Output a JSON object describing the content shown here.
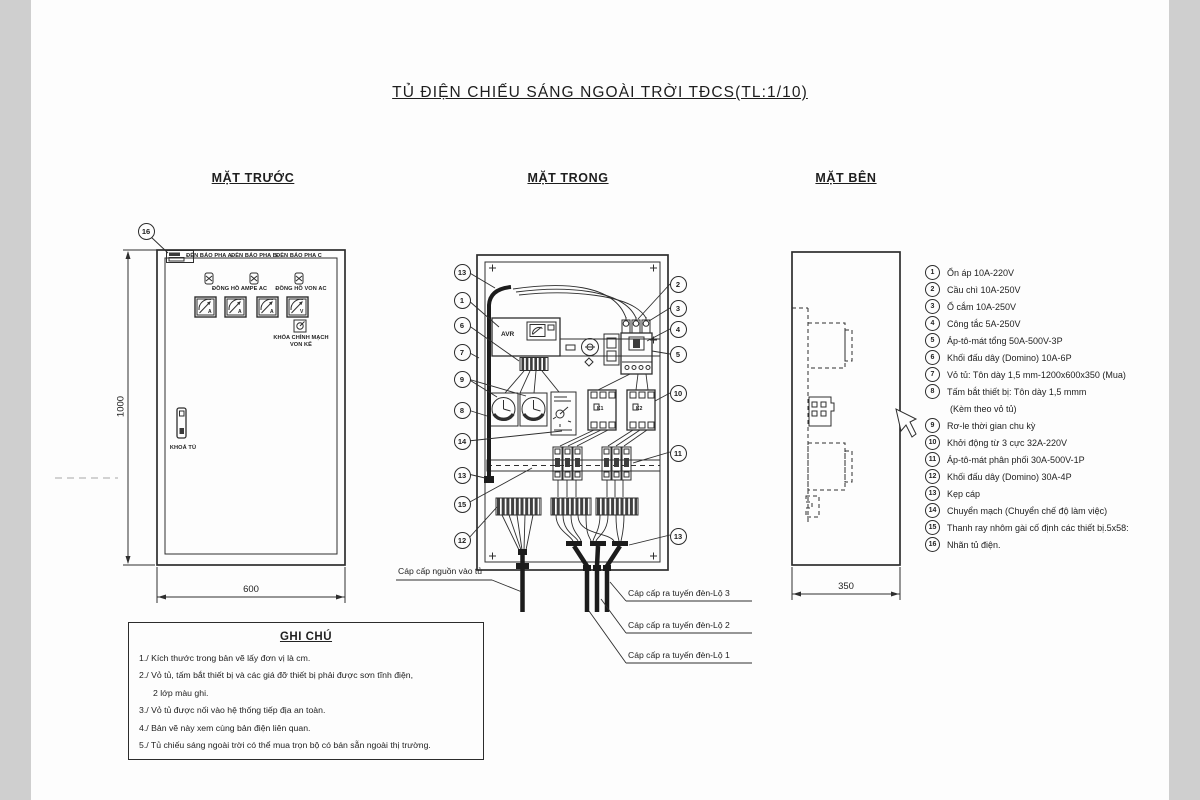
{
  "title": "TỦ ĐIỆN CHIẾU SÁNG NGOÀI TRỜI TĐCS(TL:1/10)",
  "views": {
    "front": {
      "label": "MẶT TRƯỚC",
      "lamp_labels": [
        "ĐÈN BÁO PHA A",
        "ĐÈN BÁO PHA B",
        "ĐÈN BÁO PHA C"
      ],
      "ammeter_label": "ĐỒNG HỒ AMPE AC",
      "voltmeter_label": "ĐỒNG HỒ VON AC",
      "meter_letters": [
        "A",
        "A",
        "A",
        "V"
      ],
      "selector_label_1": "KHÓA CHỈNH MẠCH",
      "selector_label_2": "VON KẾ",
      "lock_label": "KHOÁ TỦ",
      "dim_height": "1000",
      "dim_width": "600"
    },
    "inside": {
      "label": "MẶT TRONG",
      "avr_label": "AVR",
      "contactor_labels": [
        "K1",
        "K2"
      ],
      "cable_in_label": "Cáp cấp nguồn vào tủ",
      "cable_out_labels": [
        "Cáp cấp ra tuyến đèn-Lộ 3",
        "Cáp cấp ra tuyến đèn-Lộ 2",
        "Cáp cấp ra tuyến đèn-Lộ 1"
      ]
    },
    "side": {
      "label": "MẶT BÊN",
      "dim_width": "350"
    }
  },
  "callouts": {
    "front": [
      "16"
    ],
    "inside_left": [
      "13",
      "1",
      "6",
      "7",
      "9",
      "8",
      "14",
      "13",
      "15",
      "12"
    ],
    "inside_right": [
      "2",
      "3",
      "4",
      "5",
      "10",
      "11",
      "13"
    ]
  },
  "legend": {
    "items": [
      {
        "n": "1",
        "text": "Ổn áp 10A-220V"
      },
      {
        "n": "2",
        "text": "Cầu chì 10A-250V"
      },
      {
        "n": "3",
        "text": "Ổ cắm 10A-250V"
      },
      {
        "n": "4",
        "text": "Công tắc 5A-250V"
      },
      {
        "n": "5",
        "text": "Áp-tô-mát tổng 50A-500V-3P"
      },
      {
        "n": "6",
        "text": "Khối đấu dây (Domino) 10A-6P"
      },
      {
        "n": "7",
        "text": "Vỏ tủ: Tôn dày 1,5 mm-1200x600x350 (Mua)"
      },
      {
        "n": "8",
        "text": "Tấm bắt thiết bị: Tôn dày 1,5 mmm",
        "text2": "(Kèm theo vỏ tủ)"
      },
      {
        "n": "9",
        "text": "Rơ-le thời gian chu kỳ"
      },
      {
        "n": "10",
        "text": "Khởi động từ 3 cực 32A-220V"
      },
      {
        "n": "11",
        "text": "Áp-tô-mát phân phối 30A-500V-1P"
      },
      {
        "n": "12",
        "text": "Khối đấu dây (Domino) 30A-4P"
      },
      {
        "n": "13",
        "text": "Kẹp cáp"
      },
      {
        "n": "14",
        "text": "Chuyển mạch (Chuyển chế độ làm việc)"
      },
      {
        "n": "15",
        "text": "Thanh ray nhôm gài cố định các thiết bị.5x58:"
      },
      {
        "n": "16",
        "text": "Nhãn tủ điện."
      }
    ]
  },
  "notes": {
    "title": "GHI CHÚ",
    "items": [
      {
        "text": "1./ Kích thước trong bản vẽ  lấy đơn vị là cm."
      },
      {
        "text": "2./ Vỏ tủ, tấm bắt thiết bị và các giá đỡ thiết bị phải được sơn tĩnh điện,",
        "text2": "2 lớp màu ghi."
      },
      {
        "text": "3./ Vỏ tủ được nối vào hệ thống tiếp địa an toàn."
      },
      {
        "text": "4./ Bản vẽ này xem cùng bản điện liên quan."
      },
      {
        "text": "5./ Tủ chiếu sáng ngoài trời có thể mua trọn bộ có bán sẵn ngoài thị trường."
      }
    ]
  }
}
